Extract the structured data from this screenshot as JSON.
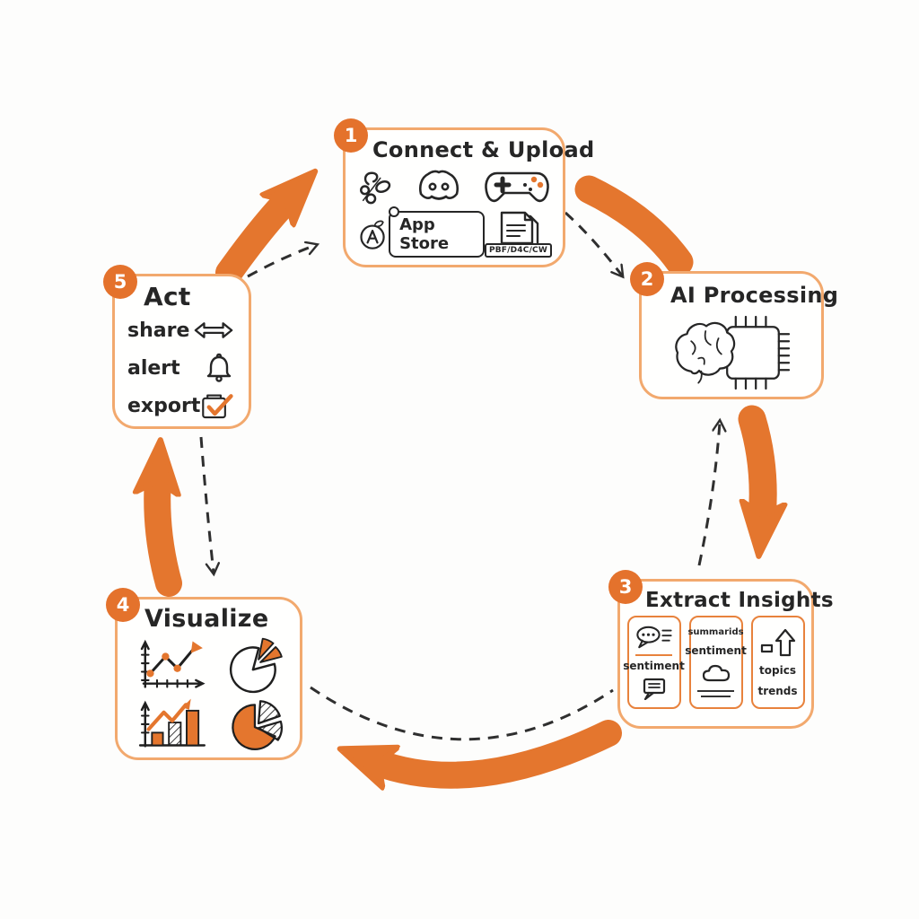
{
  "palette": {
    "orange": "#e4762e",
    "badge_orange": "#e4722c",
    "box_border": "#f2a96e",
    "card_border": "#e8823c",
    "ink": "#262626",
    "dash": "#2f2f2f"
  },
  "steps": [
    {
      "badge": "1",
      "title": "Connect & Upload",
      "app_store_label": "App Store",
      "file_formats_label": "PBF/D4C/CW",
      "icons": [
        "squiggle-icon",
        "discord-icon",
        "gamepad-icon",
        "apple-a-icon",
        "app-store-pill",
        "document-formats-icon"
      ]
    },
    {
      "badge": "2",
      "title": "AI Processing",
      "icons": [
        "brain-chip-icon"
      ]
    },
    {
      "badge": "3",
      "title": "Extract Insights",
      "cards": [
        {
          "label": "sentiment",
          "icons": [
            "chat-dots-icon",
            "square-chat-icon"
          ]
        },
        {
          "line1": "summarids",
          "line2": "sentiment",
          "icons": [
            "cloud-icon"
          ]
        },
        {
          "line1": "topics",
          "line2": "trends",
          "icons": [
            "bar-up-arrow-icon"
          ]
        }
      ]
    },
    {
      "badge": "4",
      "title": "Visualize",
      "icons": [
        "line-chart-icon",
        "pie-exploded-icon",
        "bar-chart-icon",
        "pie-filled-icon"
      ]
    },
    {
      "badge": "5",
      "title": "Act",
      "actions": [
        {
          "label": "share",
          "icon": "double-arrow-icon"
        },
        {
          "label": "alert",
          "icon": "bell-icon"
        },
        {
          "label": "export",
          "icon": "export-check-icon"
        }
      ]
    }
  ],
  "flow": {
    "solid_arrows": [
      "5-to-1",
      "1-to-2",
      "2-to-3",
      "3-to-4",
      "4-to-5"
    ],
    "dashed_arcs": [
      "5-to-1",
      "1-to-2",
      "3-to-2",
      "3-to-4",
      "5-to-4"
    ]
  }
}
